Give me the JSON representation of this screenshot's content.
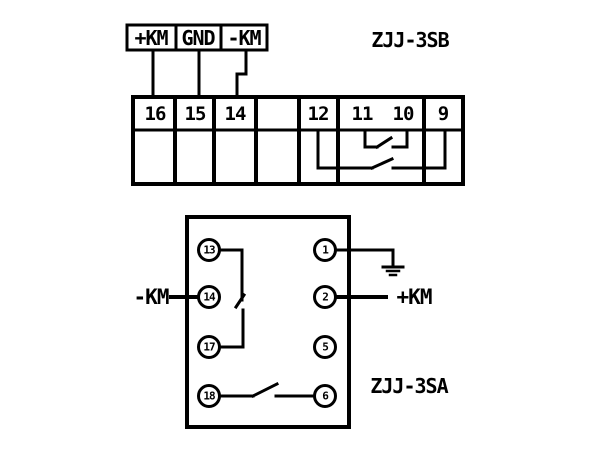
{
  "colors": {
    "ink": "#000000",
    "background": "#ffffff"
  },
  "devices": {
    "sb_label": "ZJJ-3SB",
    "sa_label": "ZJJ-3SA"
  },
  "top_connector": {
    "labels": [
      "+KM",
      "GND",
      "-KM"
    ]
  },
  "terminal_strip": {
    "terminals": [
      "16",
      "15",
      "14",
      "12",
      "11",
      "10",
      "9"
    ]
  },
  "relay": {
    "left_terminals": [
      "13",
      "14",
      "17",
      "18"
    ],
    "right_terminals": [
      "1",
      "2",
      "5",
      "6"
    ]
  },
  "wire_labels": {
    "minus_km": "-KM",
    "plus_km": "+KM"
  }
}
